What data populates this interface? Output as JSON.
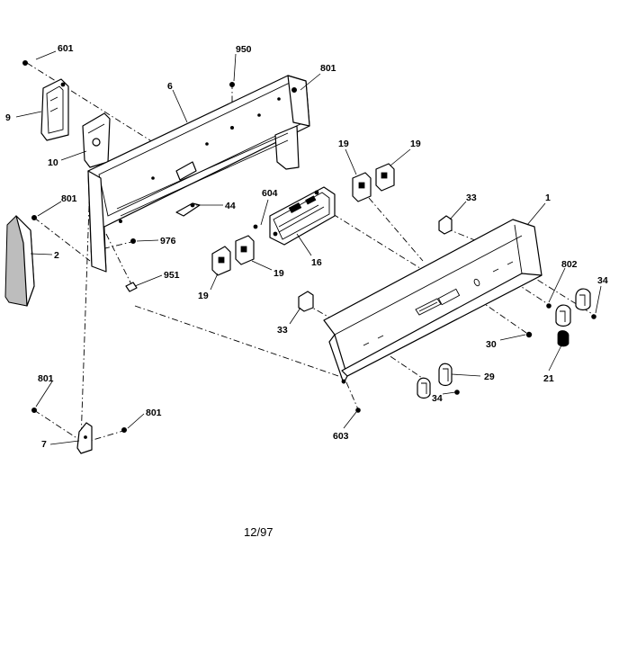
{
  "callouts": {
    "c601": "601",
    "c9": "9",
    "c10": "10",
    "c6": "6",
    "c950": "950",
    "c801a": "801",
    "c19a": "19",
    "c19b": "19",
    "c801b": "801",
    "c2": "2",
    "c44": "44",
    "c604": "604",
    "c33a": "33",
    "c1": "1",
    "c976": "976",
    "c16": "16",
    "c19c": "19",
    "c19d": "19",
    "c951": "951",
    "c802": "802",
    "c34a": "34",
    "c33b": "33",
    "c30": "30",
    "c21": "21",
    "c29": "29",
    "c801c": "801",
    "c34b": "34",
    "c801d": "801",
    "c7": "7",
    "c603": "603"
  },
  "date_code": "12/97"
}
